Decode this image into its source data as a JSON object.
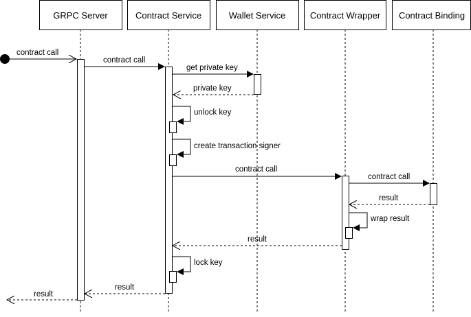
{
  "participants": {
    "grpc": "GRPC Server",
    "contract_service": "Contract Service",
    "wallet": "Wallet Service",
    "wrapper": "Contract Wrapper",
    "binding": "Contract Binding"
  },
  "messages": {
    "m1": "contract call",
    "m2": "contract call",
    "m3": "get private key",
    "m4": "private key",
    "m5": "unlock key",
    "m6": "create transaction signer",
    "m7": "contract call",
    "m8": "contract call",
    "m9": "result",
    "m10": "wrap result",
    "m11": "result",
    "m12": "lock key",
    "m13": "result",
    "m14": "result"
  },
  "colors": {
    "line": "#000000",
    "background": "#ffffff"
  }
}
